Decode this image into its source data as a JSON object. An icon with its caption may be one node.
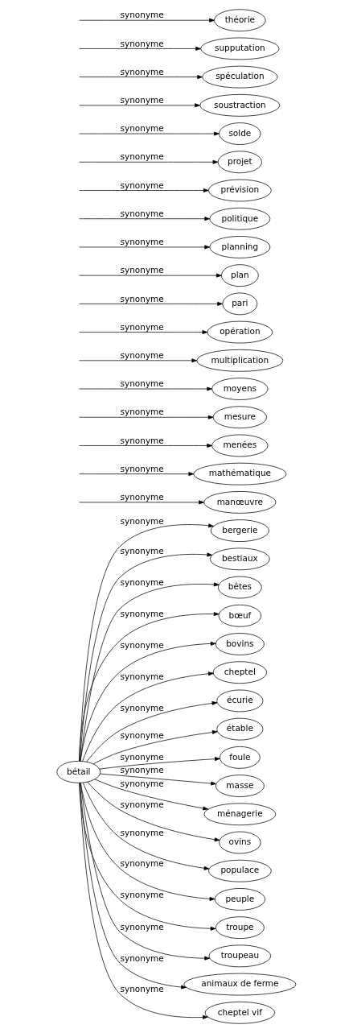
{
  "diagram": {
    "nodes": [
      {
        "text": [
          "bétail"
        ]
      },
      {
        "text": [
          "bergerie"
        ]
      },
      {
        "text": [
          "bestiaux"
        ]
      },
      {
        "text": [
          "bêtes"
        ]
      },
      {
        "text": [
          "bœuf"
        ]
      },
      {
        "text": [
          "bovins"
        ]
      },
      {
        "text": [
          "cheptel"
        ]
      },
      {
        "text": [
          "écurie"
        ]
      },
      {
        "text": [
          "étable"
        ]
      },
      {
        "text": [
          "foule"
        ]
      },
      {
        "text": [
          "masse"
        ]
      },
      {
        "text": [
          "ménagerie"
        ]
      },
      {
        "text": [
          "ovins"
        ]
      },
      {
        "text": [
          "populace"
        ]
      },
      {
        "text": [
          "peuple"
        ]
      },
      {
        "text": [
          "troupe"
        ]
      },
      {
        "text": [
          "troupeau"
        ]
      },
      {
        "text": [
          "animaux de ferme"
        ]
      },
      {
        "text": [
          "cheptel vif"
        ]
      },
      {
        "text": [
          "manœuvre"
        ]
      },
      {
        "text": [
          "mathématique"
        ]
      },
      {
        "text": [
          "menées"
        ]
      },
      {
        "text": [
          "mesure"
        ]
      },
      {
        "text": [
          "moyens"
        ]
      },
      {
        "text": [
          "multiplication"
        ]
      },
      {
        "text": [
          "opération"
        ]
      },
      {
        "text": [
          "pari"
        ]
      },
      {
        "text": [
          "plan"
        ]
      },
      {
        "text": [
          "planning"
        ]
      },
      {
        "text": [
          "politique"
        ]
      },
      {
        "text": [
          "prévision"
        ]
      },
      {
        "text": [
          "projet"
        ]
      },
      {
        "text": [
          "solde"
        ]
      },
      {
        "text": [
          "soustraction"
        ]
      },
      {
        "text": [
          "spéculation"
        ]
      },
      {
        "text": [
          "supputation"
        ]
      },
      {
        "text": [
          "théorie"
        ]
      }
    ],
    "edges": [
      {
        "from": 0,
        "to": 1,
        "arrow": "to",
        "label": "synonyme"
      },
      {
        "from": 0,
        "to": 2,
        "arrow": "to",
        "label": "synonyme"
      },
      {
        "from": 0,
        "to": 3,
        "arrow": "to",
        "label": "synonyme"
      },
      {
        "from": 0,
        "to": 4,
        "arrow": "to",
        "label": "synonyme"
      },
      {
        "from": 0,
        "to": 5,
        "arrow": "to",
        "label": "synonyme"
      },
      {
        "from": 0,
        "to": 6,
        "arrow": "to",
        "label": "synonyme"
      },
      {
        "from": 0,
        "to": 7,
        "arrow": "to",
        "label": "synonyme"
      },
      {
        "from": 0,
        "to": 8,
        "arrow": "to",
        "label": "synonyme"
      },
      {
        "from": 0,
        "to": 9,
        "arrow": "to",
        "label": "synonyme"
      },
      {
        "from": 0,
        "to": 10,
        "arrow": "to",
        "label": "synonyme"
      },
      {
        "from": 0,
        "to": 11,
        "arrow": "to",
        "label": "synonyme"
      },
      {
        "from": 0,
        "to": 12,
        "arrow": "to",
        "label": "synonyme"
      },
      {
        "from": 0,
        "to": 13,
        "arrow": "to",
        "label": "synonyme"
      },
      {
        "from": 0,
        "to": 14,
        "arrow": "to",
        "label": "synonyme"
      },
      {
        "from": 0,
        "to": 15,
        "arrow": "to",
        "label": "synonyme"
      },
      {
        "from": 0,
        "to": 16,
        "arrow": "to",
        "label": "synonyme"
      },
      {
        "from": 0,
        "to": 17,
        "arrow": "to",
        "label": "synonyme"
      },
      {
        "from": 0,
        "to": 18,
        "arrow": "to",
        "label": "synonyme"
      },
      {
        "from": null,
        "to": 19,
        "arrow": "to",
        "label": "synonyme"
      },
      {
        "from": null,
        "to": 20,
        "arrow": "to",
        "label": "synonyme"
      },
      {
        "from": null,
        "to": 21,
        "arrow": "to",
        "label": "synonyme"
      },
      {
        "from": null,
        "to": 22,
        "arrow": "to",
        "label": "synonyme"
      },
      {
        "from": null,
        "to": 23,
        "arrow": "to",
        "label": "synonyme"
      },
      {
        "from": null,
        "to": 24,
        "arrow": "to",
        "label": "synonyme"
      },
      {
        "from": null,
        "to": 25,
        "arrow": "to",
        "label": "synonyme"
      },
      {
        "from": null,
        "to": 26,
        "arrow": "to",
        "label": "synonyme"
      },
      {
        "from": null,
        "to": 27,
        "arrow": "to",
        "label": "synonyme"
      },
      {
        "from": null,
        "to": 28,
        "arrow": "to",
        "label": "synonyme"
      },
      {
        "from": null,
        "to": 29,
        "arrow": "to",
        "label": "synonyme"
      },
      {
        "from": null,
        "to": 30,
        "arrow": "to",
        "label": "synonyme"
      },
      {
        "from": null,
        "to": 31,
        "arrow": "to",
        "label": "synonyme"
      },
      {
        "from": null,
        "to": 32,
        "arrow": "to",
        "label": "synonyme"
      },
      {
        "from": null,
        "to": 33,
        "arrow": "to",
        "label": "synonyme"
      },
      {
        "from": null,
        "to": 34,
        "arrow": "to",
        "label": "synonyme"
      },
      {
        "from": null,
        "to": 35,
        "arrow": "to",
        "label": "synonyme"
      },
      {
        "from": null,
        "to": 36,
        "arrow": "to",
        "label": "synonyme"
      }
    ]
  }
}
